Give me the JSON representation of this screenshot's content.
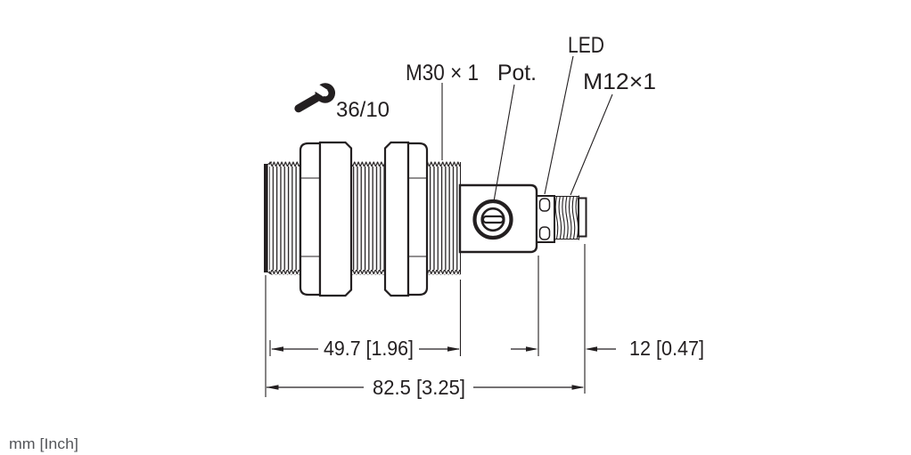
{
  "drawing": {
    "title": "sensor-dimension-drawing",
    "callouts": {
      "wrench_size": "36/10",
      "front_thread": "M30 × 1",
      "potentiometer": "Pot.",
      "led": "LED",
      "connector_thread": "M12×1"
    },
    "dimensions": {
      "thread_length": "49.7 [1.96]",
      "connector_length": "12 [0.47]",
      "overall_length": "82.5 [3.25]"
    },
    "units_note": "mm [Inch]",
    "icons": {
      "wrench": "wrench-icon"
    },
    "colors": {
      "ink": "#231f20",
      "units_text": "#54565a",
      "background": "#ffffff"
    }
  }
}
